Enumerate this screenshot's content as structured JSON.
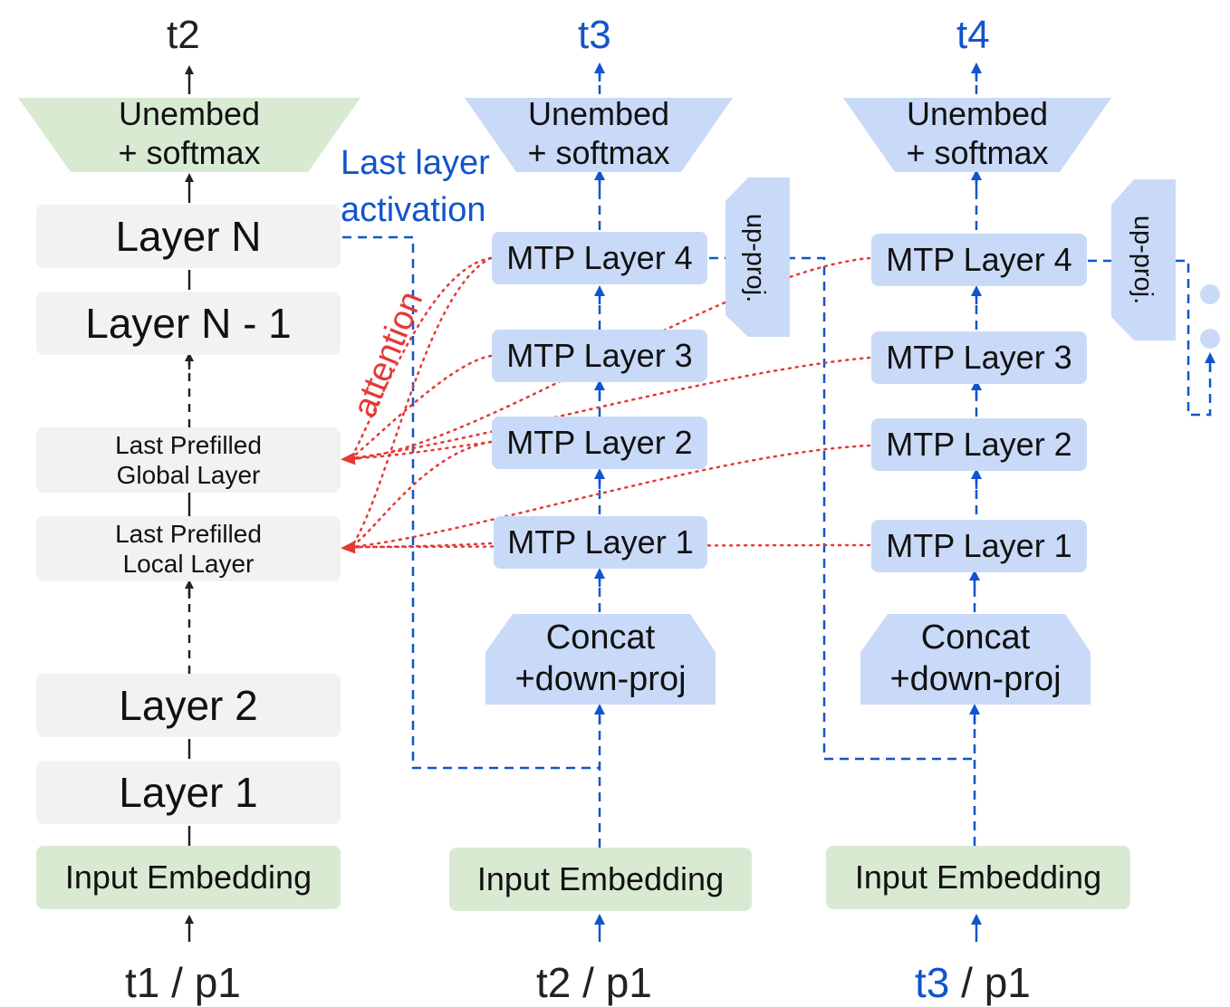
{
  "col1": {
    "output": "t2",
    "unembed": [
      "Unembed",
      "+ softmax"
    ],
    "layer_n": "Layer N",
    "layer_n1": "Layer N - 1",
    "last_global": [
      "Last Prefilled",
      "Global Layer"
    ],
    "last_local": [
      "Last Prefilled",
      "Local Layer"
    ],
    "layer2": "Layer 2",
    "layer1": "Layer 1",
    "embed": "Input Embedding",
    "input": "t1 / p1"
  },
  "col2": {
    "output": "t3",
    "unembed": [
      "Unembed",
      "+ softmax"
    ],
    "mtp4": "MTP Layer 4",
    "mtp3": "MTP Layer 3",
    "mtp2": "MTP Layer 2",
    "mtp1": "MTP Layer 1",
    "upproj": "up-proj.",
    "concat": [
      "Concat",
      "+down-proj"
    ],
    "embed": "Input Embedding",
    "input": "t2 / p1"
  },
  "col3": {
    "output": "t4",
    "unembed": [
      "Unembed",
      "+ softmax"
    ],
    "mtp4": "MTP Layer 4",
    "mtp3": "MTP Layer 3",
    "mtp2": "MTP Layer 2",
    "mtp1": "MTP Layer 1",
    "upproj": "up-proj.",
    "concat": [
      "Concat",
      "+down-proj"
    ],
    "embed": "Input Embedding",
    "input_token": "t3",
    "input_rest": " / p1"
  },
  "annotations": {
    "last_layer": [
      "Last layer",
      "activation"
    ],
    "attention": "attention"
  },
  "colors": {
    "gray_box": "#f2f2f2",
    "green_box": "#d9ead3",
    "blue_box": "#c9daf8",
    "blue_line": "#1155cc",
    "red_line": "#e53935"
  }
}
